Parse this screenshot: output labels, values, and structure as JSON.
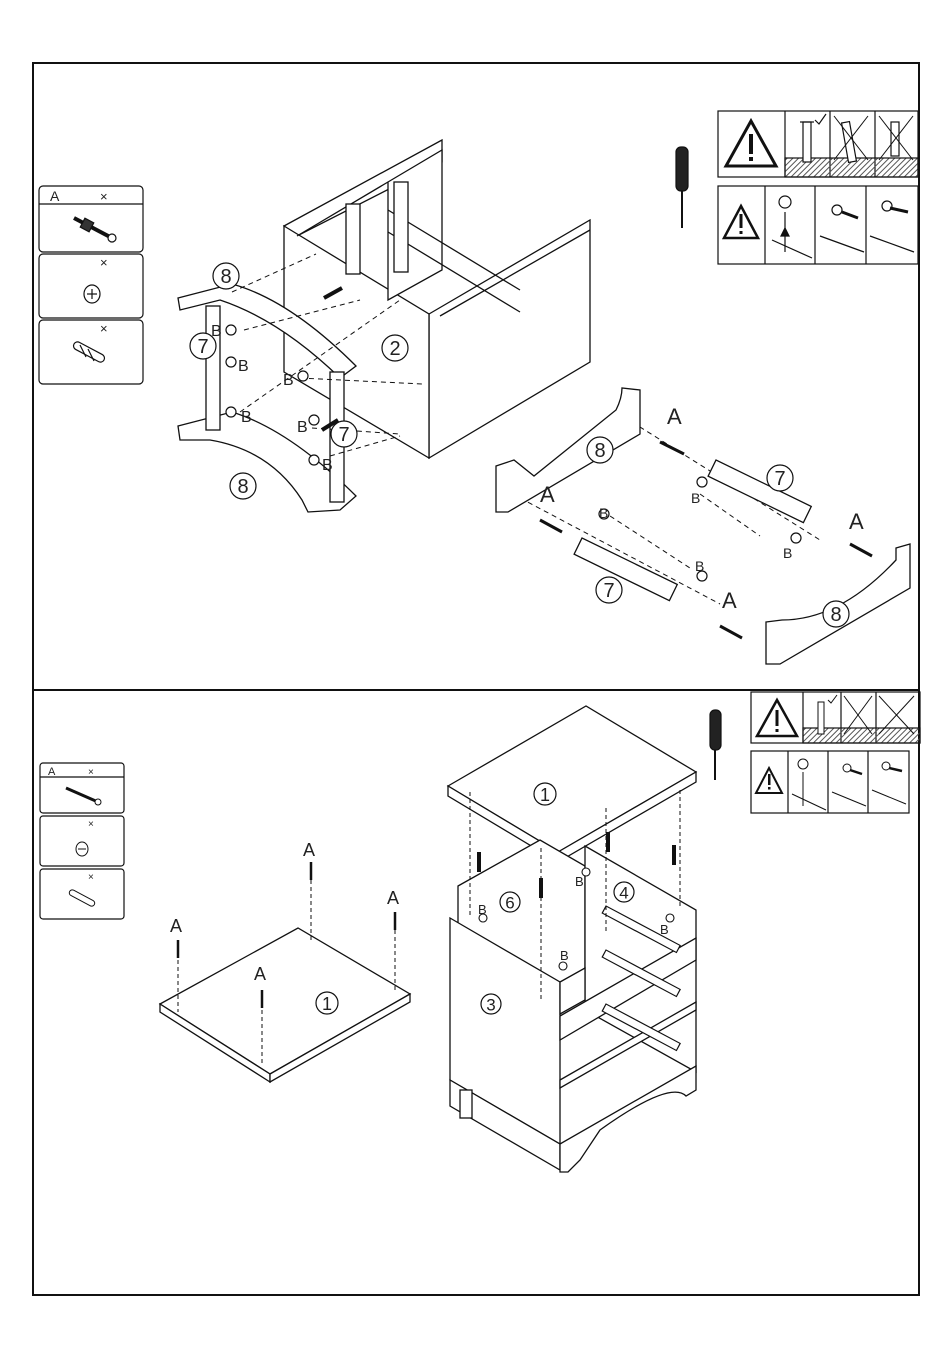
{
  "labels": {
    "part_a": "A",
    "part_b": "B",
    "qty_mark": "×"
  },
  "parts": {
    "p1": "1",
    "p2": "2",
    "p3": "3",
    "p4": "4",
    "p6": "6",
    "p7": "7",
    "p8": "8"
  },
  "colors": {
    "line": "#111111",
    "hatch": "#555555"
  },
  "icons": [
    "warning-triangle-icon",
    "screwdriver-icon",
    "cam-bolt-icon",
    "cam-lock-icon",
    "wooden-dowel-icon",
    "check-mark-icon",
    "cross-mark-icon"
  ]
}
